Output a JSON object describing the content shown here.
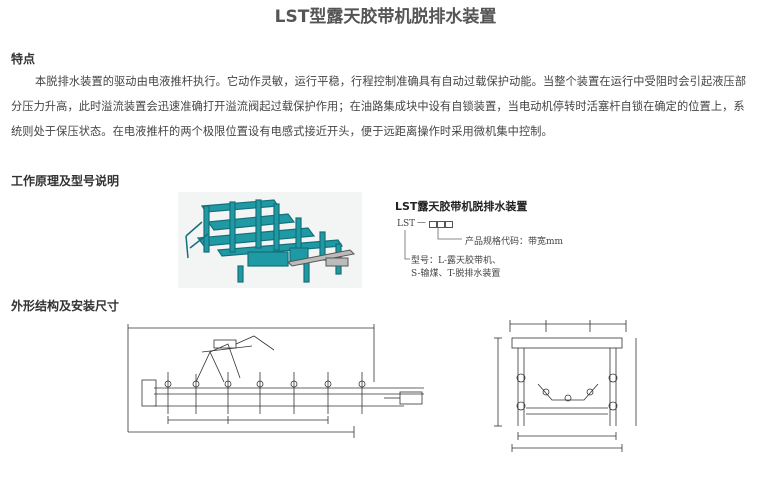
{
  "page": {
    "title": "LST型露天胶带机脱排水装置"
  },
  "features": {
    "heading": "特点",
    "paragraph": "本脱排水装置的驱动由电液推杆执行。它动作灵敏，运行平稳，行程控制准确具有自动过载保护动能。当整个装置在运行中受阻时会引起液压部分压力升高，此时溢流装置会迅速准确打开溢流阀起过载保护作用；在油路集成块中设有自锁装置，当电动机停转时活塞杆自锁在确定的位置上，系统则处于保压状态。在电液推杆的两个极限位置设有电感式接近开头，便于远距离操作时采用微机集中控制。"
  },
  "principle": {
    "heading": "工作原理及型号说明",
    "model_title": "LST露天胶带机脱排水装置",
    "model_prefix": "LST",
    "model_dash": "—",
    "spec_label": "产品规格代码：带宽mm",
    "type_label_1": "型号：L-露天胶带机、",
    "type_label_2": "S-输煤、T-脱排水装置"
  },
  "structure": {
    "heading": "外形结构及安装尺寸"
  },
  "colors": {
    "machine_teal": "#1f9aa5",
    "machine_dark": "#14707a",
    "drawing_line": "#333333"
  }
}
